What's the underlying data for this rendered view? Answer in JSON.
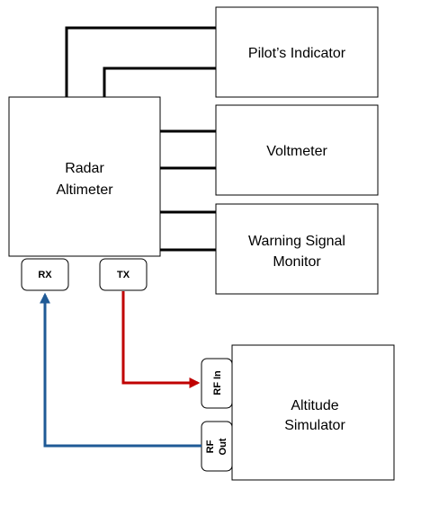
{
  "colors": {
    "rx_arrow": "#1f5a96",
    "tx_arrow": "#c00000",
    "line": "#000000",
    "box_stroke": "#000000"
  },
  "radar_altimeter": {
    "line1": "Radar",
    "line2": "Altimeter"
  },
  "pilots_indicator": {
    "label": "Pilot’s Indicator"
  },
  "voltmeter": {
    "label": "Voltmeter"
  },
  "warning_monitor": {
    "line1": "Warning Signal",
    "line2": "Monitor"
  },
  "altitude_simulator": {
    "line1": "Altitude",
    "line2": "Simulator"
  },
  "ports": {
    "rx": "RX",
    "tx": "TX",
    "rf_in": "RF In",
    "rf_out_line1": "RF",
    "rf_out_line2": "Out"
  }
}
